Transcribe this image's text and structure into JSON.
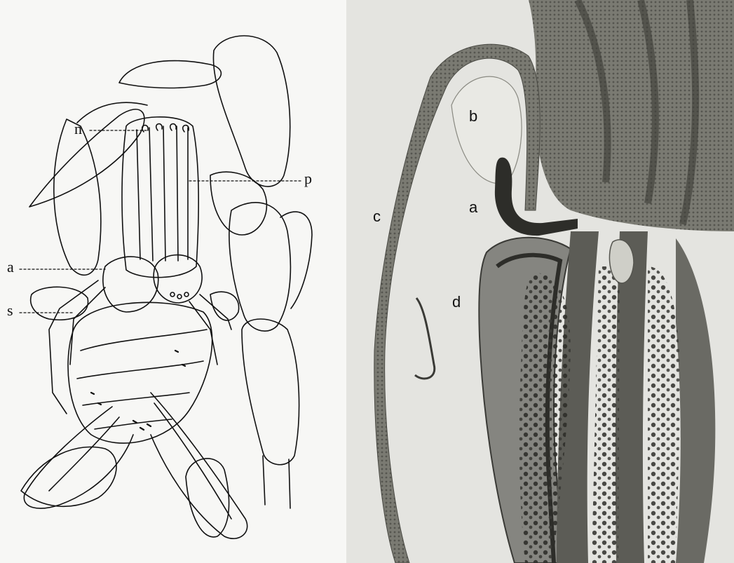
{
  "left_figure": {
    "labels": {
      "n": "n",
      "p": "p",
      "a": "a",
      "s": "s"
    }
  },
  "right_figure": {
    "labels": {
      "b": "b",
      "a": "a",
      "c": "c",
      "d": "d"
    }
  },
  "colors": {
    "ink": "#111111",
    "paper_left": "#f7f7f5",
    "paper_right": "#e4e4e0",
    "tissue_dark": "#3a3a36",
    "tissue_mid": "#6e6e68"
  }
}
